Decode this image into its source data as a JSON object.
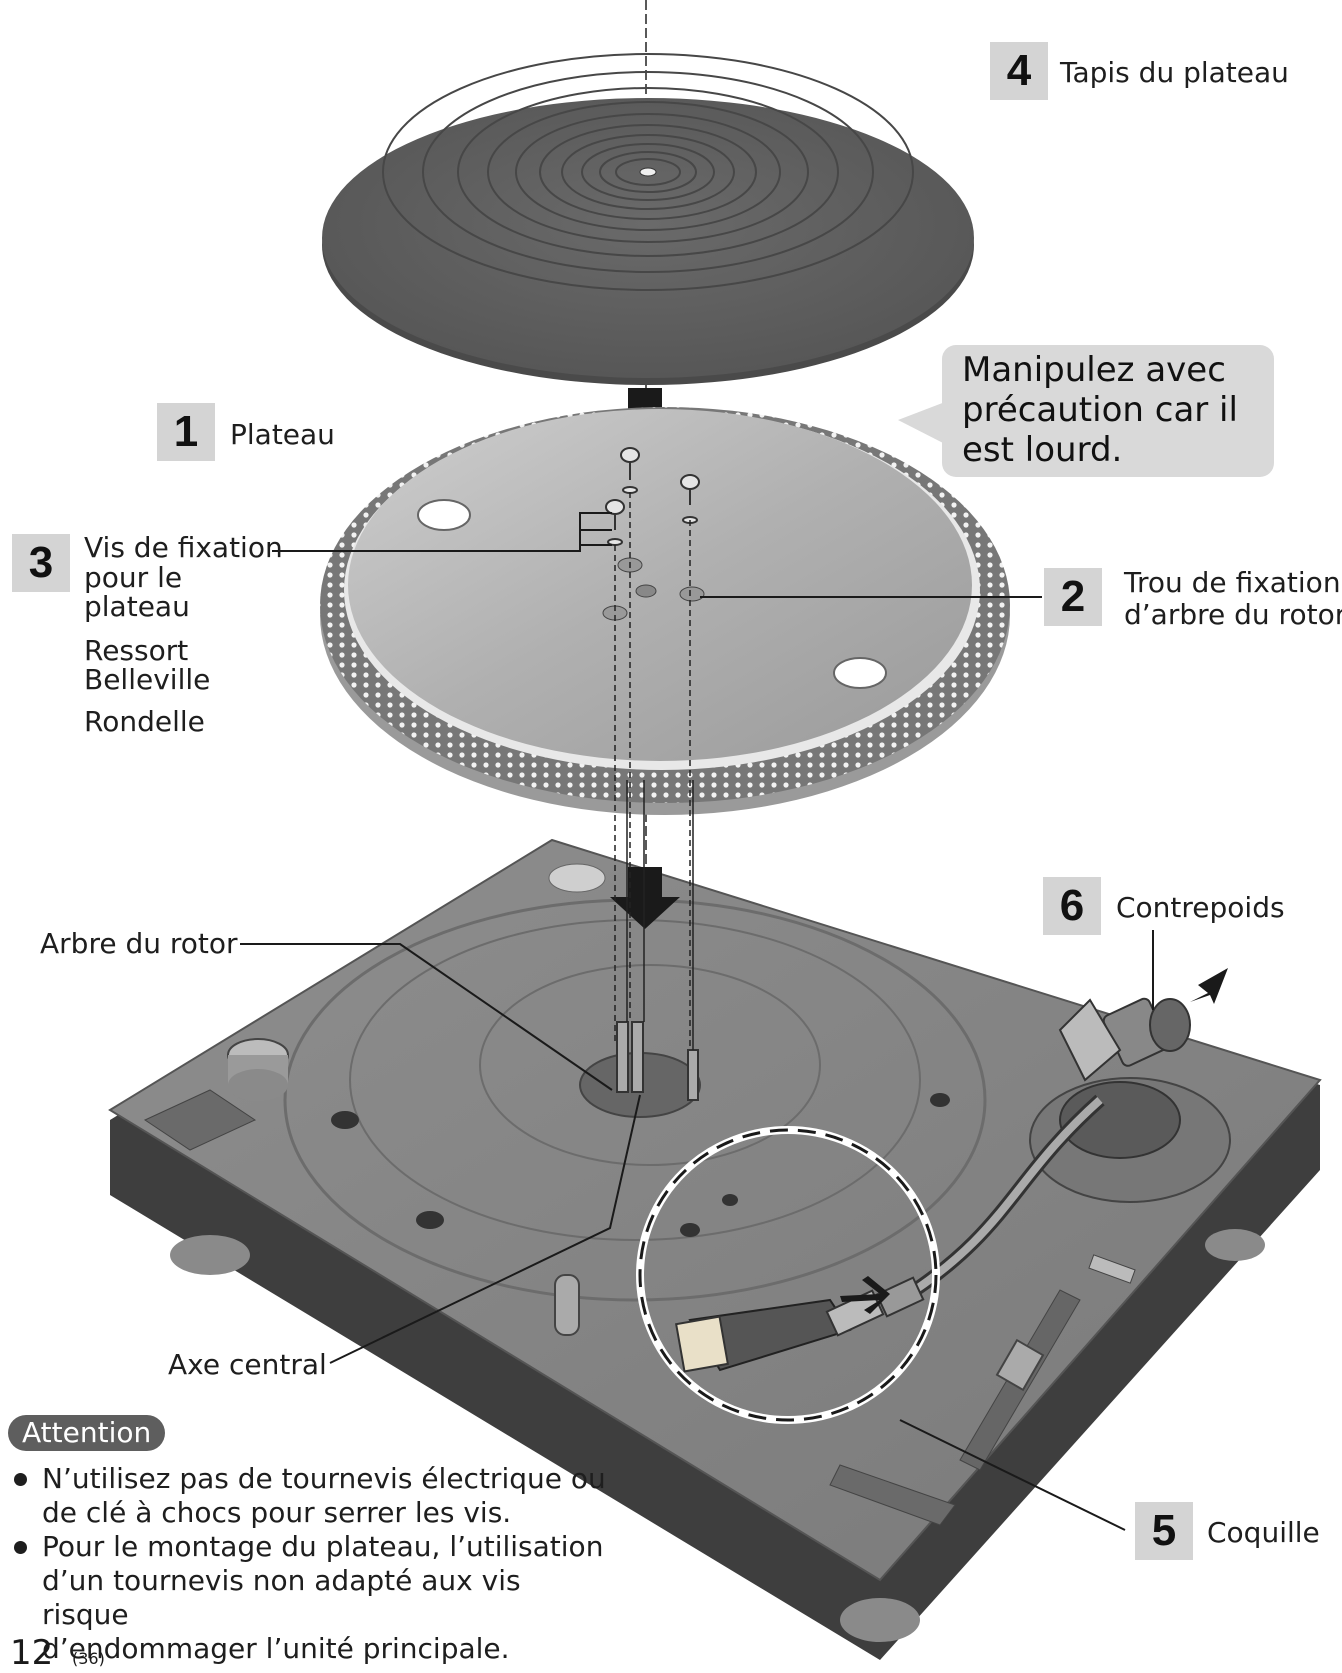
{
  "labels": {
    "tapis": {
      "num": "4",
      "text": "Tapis du plateau"
    },
    "plateau": {
      "num": "1",
      "text": "Plateau"
    },
    "vis": {
      "num": "3",
      "lines": [
        "Vis de fixation",
        "pour le",
        "plateau"
      ]
    },
    "ressort": [
      "Ressort",
      "Belleville"
    ],
    "rondelle": "Rondelle",
    "trou": {
      "num": "2",
      "lines": [
        "Trou de fixation",
        "d’arbre du rotor"
      ]
    },
    "contrepoids": {
      "num": "6",
      "text": "Contrepoids"
    },
    "arbre": "Arbre du rotor",
    "axe": "Axe central",
    "coquille": {
      "num": "5",
      "text": "Coquille"
    }
  },
  "callout": [
    "Manipulez avec",
    "précaution car il",
    "est lourd."
  ],
  "attention": {
    "title": "Attention",
    "items": [
      [
        "N’utilisez pas de tournevis électrique ou",
        "de clé à chocs pour serrer les vis."
      ],
      [
        "Pour le montage du plateau, l’utilisation",
        "d’un tournevis non adapté aux vis risque",
        "d’endommager l’unité principale."
      ]
    ]
  },
  "page": {
    "number": "12",
    "sub": "(36)"
  },
  "colors": {
    "mat": "#5f5f5f",
    "platter": "#b8b8b8",
    "body": "#8a8a8a",
    "label_box": "#d4d4d4"
  }
}
